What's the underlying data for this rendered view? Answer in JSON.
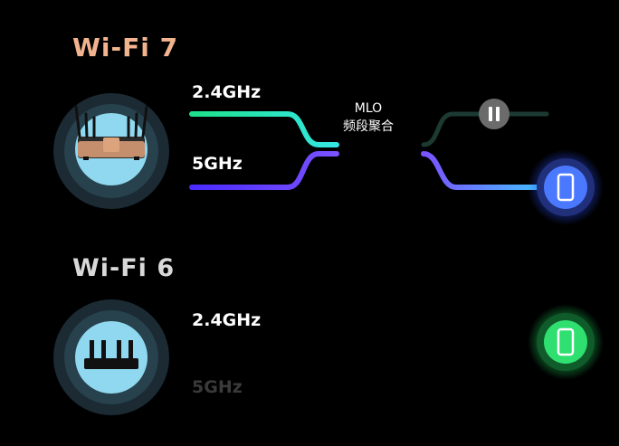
{
  "wifi7": {
    "title": "Wi-Fi 7",
    "band_24": "2.4GHz",
    "band_5": "5GHz",
    "mlo_line1": "MLO",
    "mlo_line2": "频段聚合",
    "pause_icon": "pause-icon",
    "device_icon": "phone-icon",
    "router_icon": "router-icon"
  },
  "wifi6": {
    "title": "Wi-Fi 6",
    "band_24": "2.4GHz",
    "band_5": "5GHz",
    "device_icon": "phone-icon",
    "router_icon": "router-icon"
  },
  "colors": {
    "wifi7_title": "#f2b48e",
    "wifi6_title": "#d9d9d9",
    "band24_line": "#2ef5b5",
    "band5_line": "#6a3cff",
    "device7_ring": "#3d6bff",
    "device6_ring": "#25d968"
  }
}
